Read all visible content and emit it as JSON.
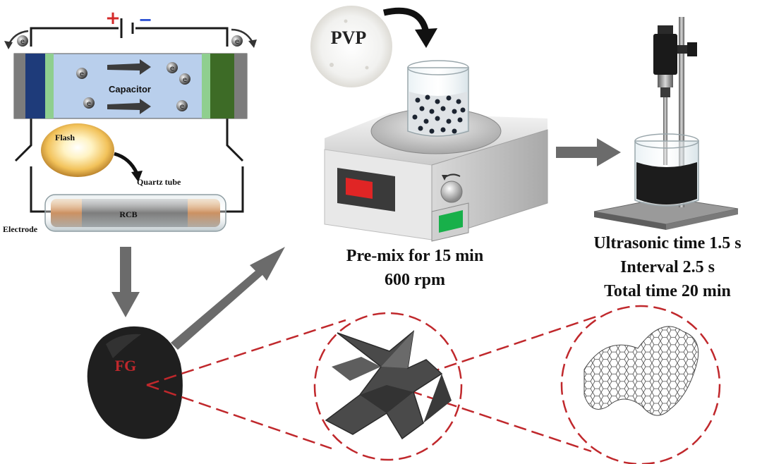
{
  "flash_unit": {
    "capacitor_label": "Capacitor",
    "electron_symbol": "e",
    "polarity_plus": "+",
    "polarity_minus": "−",
    "flash_label": "Flash",
    "quartz_label": "Quartz tube",
    "rcb_label": "RCB",
    "electrode_label": "Electrode"
  },
  "powder_label": "PVP",
  "premix": {
    "line1": "Pre-mix for 15 min",
    "line2": "600 rpm"
  },
  "ultrasonic": {
    "line1": "Ultrasonic time 1.5 s",
    "line2": "Interval 2.5 s",
    "line3": "Total time 20 min"
  },
  "product_label": "FG",
  "colors": {
    "arrow": "#6b6b6b",
    "dashed_red": "#c0282c",
    "fg_label": "#c0282c",
    "plus": "#d42a2a",
    "minus": "#2a4fd4",
    "capacitor_fill": "#b9cfec",
    "left_plate": "#1e3b7a",
    "right_plate": "#3d6b26",
    "display_red": "#e02525",
    "button_green": "#18b04a"
  }
}
